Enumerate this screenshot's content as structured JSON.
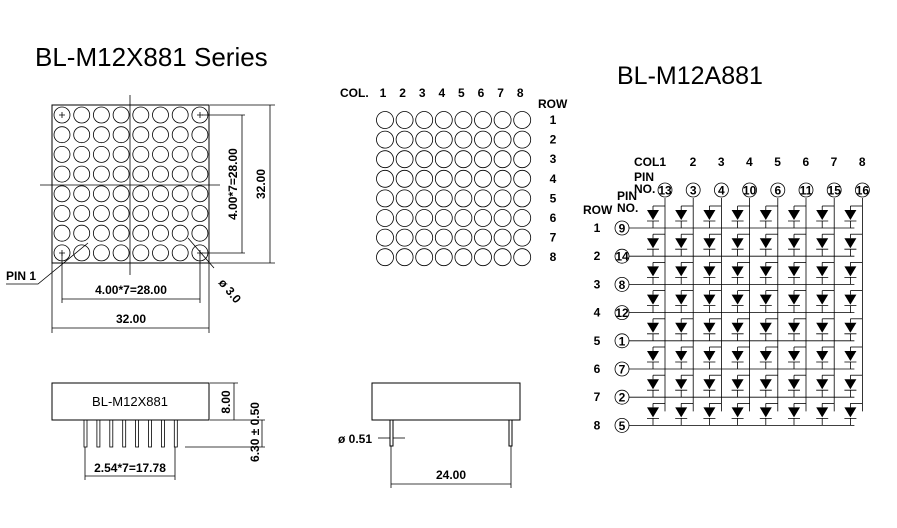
{
  "titles": {
    "series": "BL-M12X881 Series",
    "model": "BL-M12A881"
  },
  "front_view": {
    "pin1_label": "PIN 1",
    "dim_pitch_vertical": "4.00*7=28.00",
    "dim_total_vertical": "32.00",
    "dim_pitch_horizontal": "4.00*7=28.00",
    "dim_total_horizontal": "32.00",
    "dot_diameter": "ø 3.0",
    "rows": 8,
    "cols": 8
  },
  "numbering_view": {
    "col_label": "COL.",
    "row_label": "ROW",
    "col_numbers": [
      "1",
      "2",
      "3",
      "4",
      "5",
      "6",
      "7",
      "8"
    ],
    "row_numbers": [
      "1",
      "2",
      "3",
      "4",
      "5",
      "6",
      "7",
      "8"
    ]
  },
  "side_view": {
    "part_label": "BL-M12X881",
    "dim_height": "8.00",
    "dim_pin_length": "6.30 ± 0.50",
    "dim_pin_pitch": "2.54*7=17.78",
    "dim_pin_diameter": "ø 0.51",
    "dim_pin_rows": "24.00"
  },
  "schematic": {
    "col_label": "COL1",
    "col_numbers": [
      "2",
      "3",
      "4",
      "5",
      "6",
      "7",
      "8"
    ],
    "pin_no_label": "PIN NO.",
    "row_label": "ROW",
    "col_pins": [
      "13",
      "3",
      "4",
      "10",
      "6",
      "11",
      "15",
      "16"
    ],
    "row_numbers": [
      "1",
      "2",
      "3",
      "4",
      "5",
      "6",
      "7",
      "8"
    ],
    "row_pins": [
      "9",
      "14",
      "8",
      "12",
      "1",
      "7",
      "2",
      "5"
    ]
  }
}
